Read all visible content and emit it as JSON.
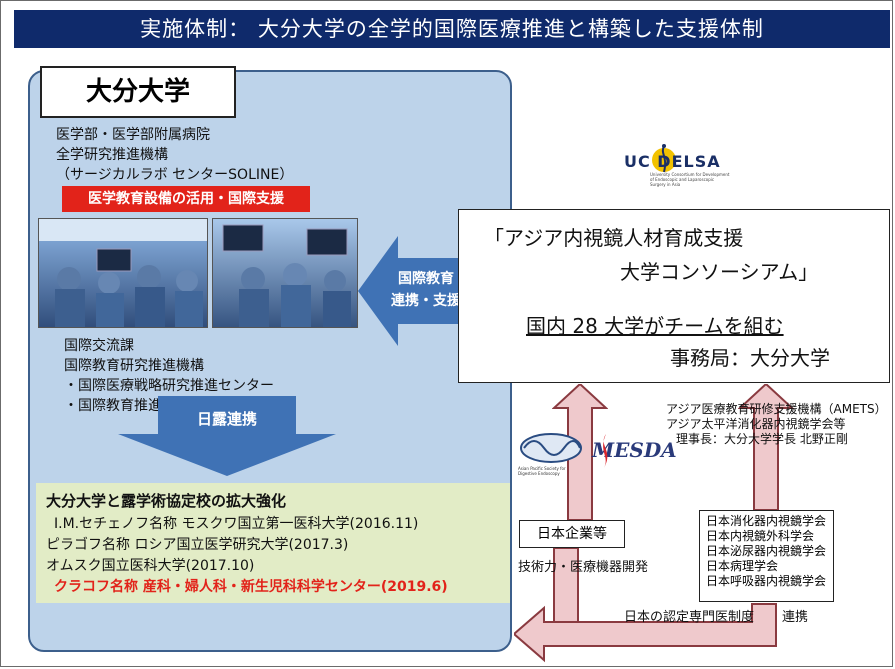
{
  "header": {
    "title": "実施体制： 大分大学の全学的国際医療推進と構築した支援体制"
  },
  "university": {
    "name": "大分大学",
    "lines_top": [
      "医学部・医学部附属病院",
      "全学研究推進機構",
      "（サージカルラボ センターSOLINE）"
    ],
    "red_band": "医学教育設備の活用・国際支援",
    "arrow_left_label": [
      "国際教育",
      "連携・支援"
    ],
    "lines_mid": [
      "国際交流課",
      "国際教育研究推進機構",
      "・国際医療戦略研究推進センター",
      "・国際教育推進センター"
    ],
    "arrow_down_label": "日露連携"
  },
  "green_box": {
    "heading": "大分大学と露学術協定校の拡大強化",
    "items": [
      "I.M.セチェノフ名称 モスクワ国立第一医科大学(2016.11)",
      "ピラゴフ名称 ロシア国立医学研究大学(2017.3)",
      "オムスク国立医科大学(2017.10)"
    ],
    "highlight": "クラコフ名称 産科・婦人科・新生児科科学センター(2019.6)"
  },
  "consortium": {
    "line1": "「アジア内視鏡人材育成支援",
    "line2": "大学コンソーシアム」",
    "line3": "国内 28 大学がチームを組む",
    "line4": "事務局：大分大学"
  },
  "logos": {
    "ucdelsa": "UC DELSA",
    "ucdelsa_sub": "University Consortium for Development of Endoscopic and Laparoscopic Surgery in Asia",
    "mesda": "MESDA",
    "apsde_sub": "Asian Pacific Society for Digestive Endoscopy"
  },
  "ametss": {
    "lines": [
      "アジア医療教育研修支援機構（AMETS）",
      "アジア太平洋消化器内視鏡学会等",
      "理事長：大分大学学長 北野正剛"
    ]
  },
  "company": {
    "label": "日本企業等",
    "caption": "技術力・医療機器開発"
  },
  "societies": {
    "items": [
      "日本消化器内視鏡学会",
      "日本内視鏡外科学会",
      "日本泌尿器内視鏡学会",
      "日本病理学会",
      "日本呼吸器内視鏡学会"
    ]
  },
  "bottom_arrow": {
    "label": "日本の認定専門医制度",
    "suffix": "連携"
  },
  "colors": {
    "header_bg": "#0f2a6b",
    "panel_bg": "#bdd3ea",
    "arrow_blue": "#3f72b5",
    "red_band": "#e2231a",
    "red_text": "#e2231a",
    "pink_arrow": "#efc9cc"
  }
}
